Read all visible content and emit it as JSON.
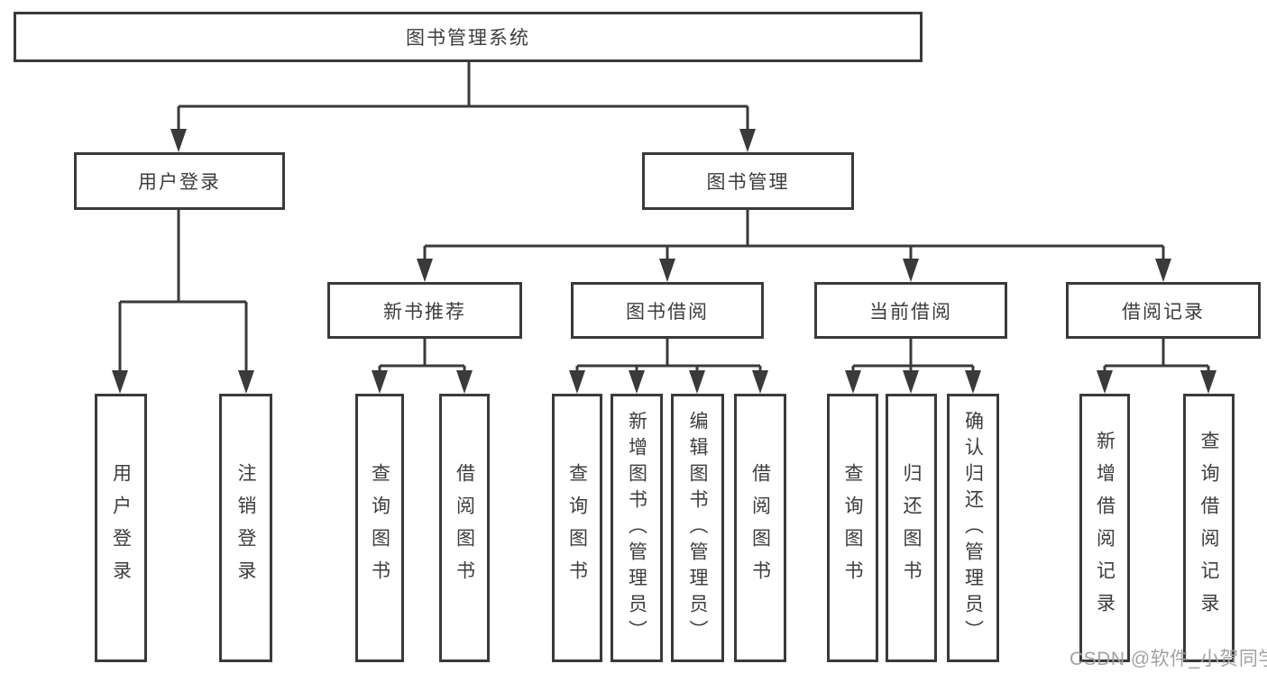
{
  "nodes": {
    "root": "图书管理系统",
    "user_login_group": "用户登录",
    "book_mgmt": "图书管理",
    "user_login": "用户登录",
    "logout": "注销登录",
    "new_book_rec": "新书推荐",
    "book_borrow": "图书借阅",
    "current_borrow": "当前借阅",
    "borrow_records": "借阅记录",
    "query_books_1": "查询图书",
    "borrow_books_1": "借阅图书",
    "query_books_2": "查询图书",
    "add_books": "新增图书（管理员）",
    "edit_books": "编辑图书（管理员）",
    "borrow_books_2": "借阅图书",
    "query_books_3": "查询图书",
    "return_books": "归还图书",
    "confirm_return": "确认归还（管理员）",
    "add_borrow_record": "新增借阅记录",
    "query_borrow_record": "查询借阅记录",
    "watermark": "CSDN @软件_小贺同学"
  },
  "colors": {
    "line": "#3a3a3a",
    "text": "#3d3d3d",
    "watermark": "#a2a2a5",
    "background": "#ffffff"
  }
}
